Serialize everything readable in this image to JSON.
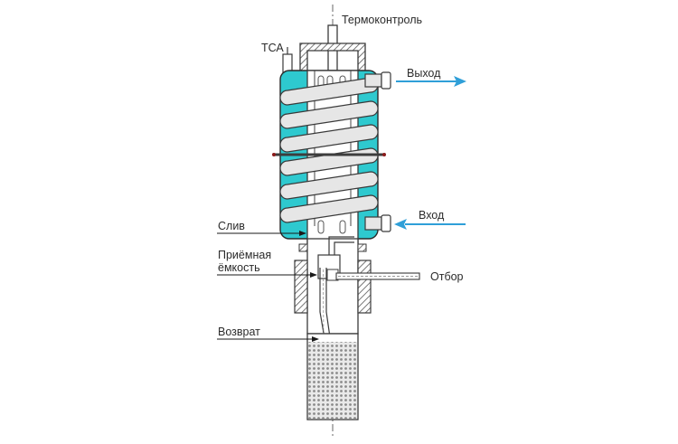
{
  "diagram": {
    "title": "Reflux condenser / distillation head cross-section",
    "labels": {
      "thermocontrol": "Термоконтроль",
      "tsa": "ТСА",
      "outlet": "Выход",
      "inlet": "Вход",
      "drain": "Слив",
      "receiver_line1": "Приёмная",
      "receiver_line2": "ёмкость",
      "takeoff": "Отбор",
      "return": "Возврат"
    },
    "colors": {
      "jacket": "#2ec9cf",
      "coil": "#e6e6e6",
      "outline": "#3a3a3a",
      "arrow_blue": "#2f9fd8",
      "hatch": "#555555",
      "packing": "#9a9a9a"
    },
    "coil_turns": 6
  }
}
